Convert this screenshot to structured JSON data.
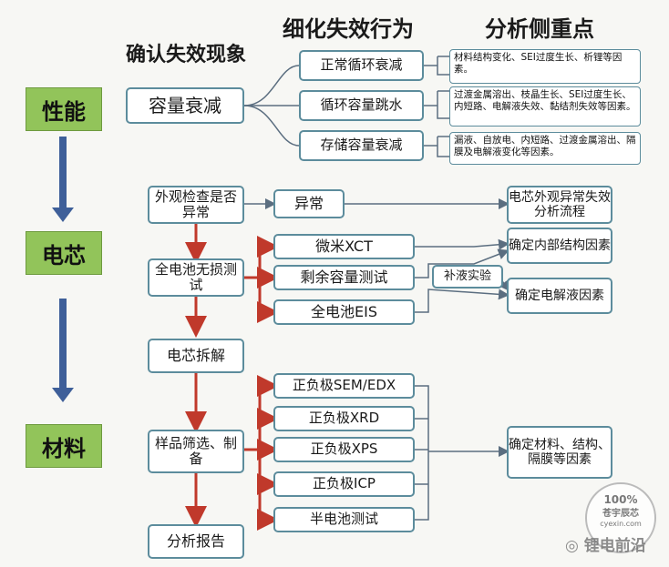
{
  "headers": {
    "confirm": "确认失效现象",
    "refine": "细化失效行为",
    "analysis": "分析侧重点"
  },
  "left_labels": {
    "performance": "性能",
    "cell": "电芯",
    "material": "材料"
  },
  "performance": {
    "root": "容量衰减",
    "items": [
      {
        "label": "正常循环衰减",
        "note": "材料结构变化、SEI过度生长、析锂等因素。"
      },
      {
        "label": "循环容量跳水",
        "note": "过渡金属溶出、枝晶生长、SEI过度生长、内短路、电解液失效、黏结剂失效等因素。"
      },
      {
        "label": "存储容量衰减",
        "note": "漏液、自放电、内短路、过渡金属溶出、隔膜及电解液变化等因素。"
      }
    ]
  },
  "flow": {
    "appearance": "外观检查是否异常",
    "abnormal": "异常",
    "abnormal_result": "电芯外观异常失效分析流程",
    "nondestructive": "全电池无损测试",
    "tests": [
      "微米XCT",
      "剩余容量测试",
      "全电池EIS"
    ],
    "refill": "补液实验",
    "result_structure": "确定内部结构因素",
    "result_electrolyte": "确定电解液因素",
    "disassembly": "电芯拆解",
    "sample_prep": "样品筛选、制备",
    "material_tests": [
      "正负极SEM/EDX",
      "正负极XRD",
      "正负极XPS",
      "正负极ICP",
      "半电池测试"
    ],
    "result_material": "确定材料、结构、隔膜等因素",
    "report": "分析报告"
  },
  "watermark": {
    "stamp_top": "100%",
    "stamp_mid": "苍宇辰芯",
    "stamp_url": "cyexin.com",
    "text": "锂电前沿"
  },
  "colors": {
    "box_border": "#5c8c9c",
    "label_green": "#92c45a",
    "arrow_red": "#c0392b",
    "arrow_blue": "#3e5f99"
  }
}
